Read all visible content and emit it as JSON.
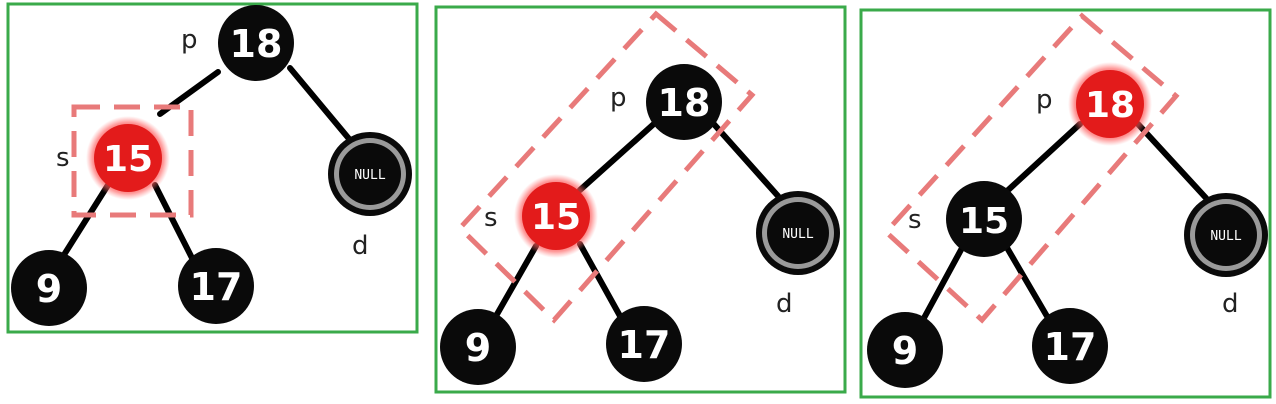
{
  "colors": {
    "black": "#0a0a0a",
    "red": "#e31b1b",
    "panel": "#3aaa4a",
    "highlight": "#e87a7a"
  },
  "panels": [
    {
      "nodes": {
        "p": "18",
        "s": "15",
        "l": "9",
        "r": "17",
        "d": "NULL"
      },
      "labels": {
        "p": "p",
        "s": "s",
        "d": "d"
      },
      "node_colors": {
        "p": "black",
        "s": "red"
      }
    },
    {
      "nodes": {
        "p": "18",
        "s": "15",
        "l": "9",
        "r": "17",
        "d": "NULL"
      },
      "labels": {
        "p": "p",
        "s": "s",
        "d": "d"
      },
      "node_colors": {
        "p": "black",
        "s": "red"
      }
    },
    {
      "nodes": {
        "p": "18",
        "s": "15",
        "l": "9",
        "r": "17",
        "d": "NULL"
      },
      "labels": {
        "p": "p",
        "s": "s",
        "d": "d"
      },
      "node_colors": {
        "p": "red",
        "s": "black"
      }
    }
  ]
}
